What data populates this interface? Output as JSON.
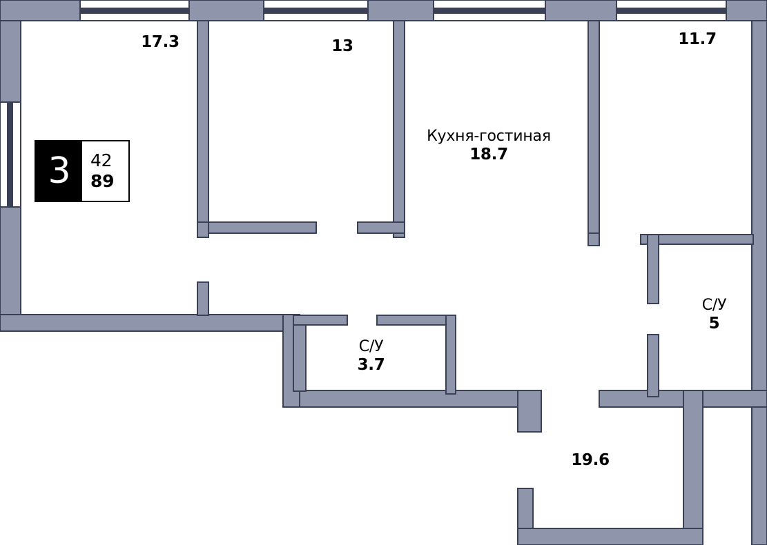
{
  "plan": {
    "type": "apartment-floor-plan",
    "colors": {
      "wall_fill": "#8f96ab",
      "wall_stroke": "#3a4055",
      "window_bar": "#3a4055",
      "background": "#ffffff",
      "text": "#000000"
    }
  },
  "badge": {
    "rooms_count": "3",
    "living_area": "42",
    "total_area": "89"
  },
  "rooms": [
    {
      "id": "room-bedroom-1",
      "name": "",
      "area": "17.3"
    },
    {
      "id": "room-bedroom-2",
      "name": "",
      "area": "13"
    },
    {
      "id": "room-kitchen",
      "name": "Кухня-гостиная",
      "area": "18.7"
    },
    {
      "id": "room-bedroom-3",
      "name": "",
      "area": "11.7"
    },
    {
      "id": "room-bath-1",
      "name": "С/У",
      "area": "3.7"
    },
    {
      "id": "room-bath-2",
      "name": "С/У",
      "area": "5"
    },
    {
      "id": "room-hall",
      "name": "",
      "area": "19.6"
    }
  ]
}
